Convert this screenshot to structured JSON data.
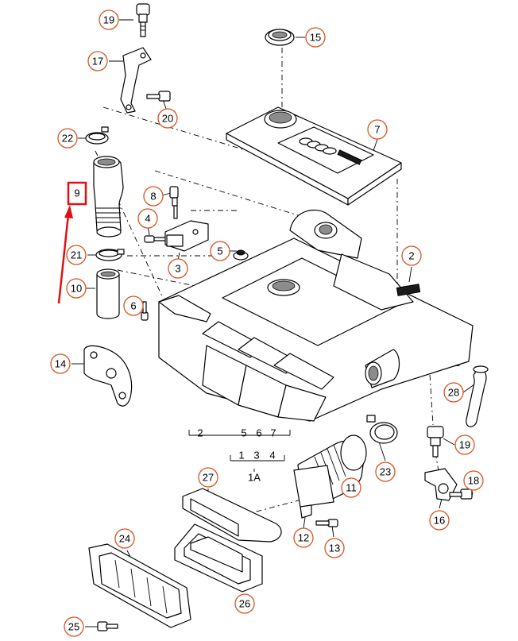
{
  "diagram": {
    "callouts": [
      {
        "id": "c19a",
        "label": "19"
      },
      {
        "id": "c17",
        "label": "17"
      },
      {
        "id": "c20",
        "label": "20"
      },
      {
        "id": "c22",
        "label": "22"
      },
      {
        "id": "c9",
        "label": "9"
      },
      {
        "id": "c8",
        "label": "8"
      },
      {
        "id": "c4",
        "label": "4"
      },
      {
        "id": "c3",
        "label": "3"
      },
      {
        "id": "c21",
        "label": "21"
      },
      {
        "id": "c10",
        "label": "10"
      },
      {
        "id": "c6",
        "label": "6"
      },
      {
        "id": "c5",
        "label": "5"
      },
      {
        "id": "c14",
        "label": "14"
      },
      {
        "id": "c15",
        "label": "15"
      },
      {
        "id": "c7",
        "label": "7"
      },
      {
        "id": "c2",
        "label": "2"
      },
      {
        "id": "c28",
        "label": "28"
      },
      {
        "id": "c19b",
        "label": "19"
      },
      {
        "id": "c23",
        "label": "23"
      },
      {
        "id": "c11",
        "label": "11"
      },
      {
        "id": "c18",
        "label": "18"
      },
      {
        "id": "c16",
        "label": "16"
      },
      {
        "id": "c27",
        "label": "27"
      },
      {
        "id": "c12",
        "label": "12"
      },
      {
        "id": "c13",
        "label": "13"
      },
      {
        "id": "c24",
        "label": "24"
      },
      {
        "id": "c26",
        "label": "26"
      },
      {
        "id": "c25",
        "label": "25"
      }
    ],
    "bracket_group": {
      "top": [
        "2",
        "5",
        "6",
        "7"
      ],
      "bottom": [
        "1",
        "3",
        "4"
      ],
      "assembly": "1A"
    },
    "highlight": {
      "part": "9",
      "color": "#e01010"
    },
    "callout_color": "#d9541e"
  }
}
